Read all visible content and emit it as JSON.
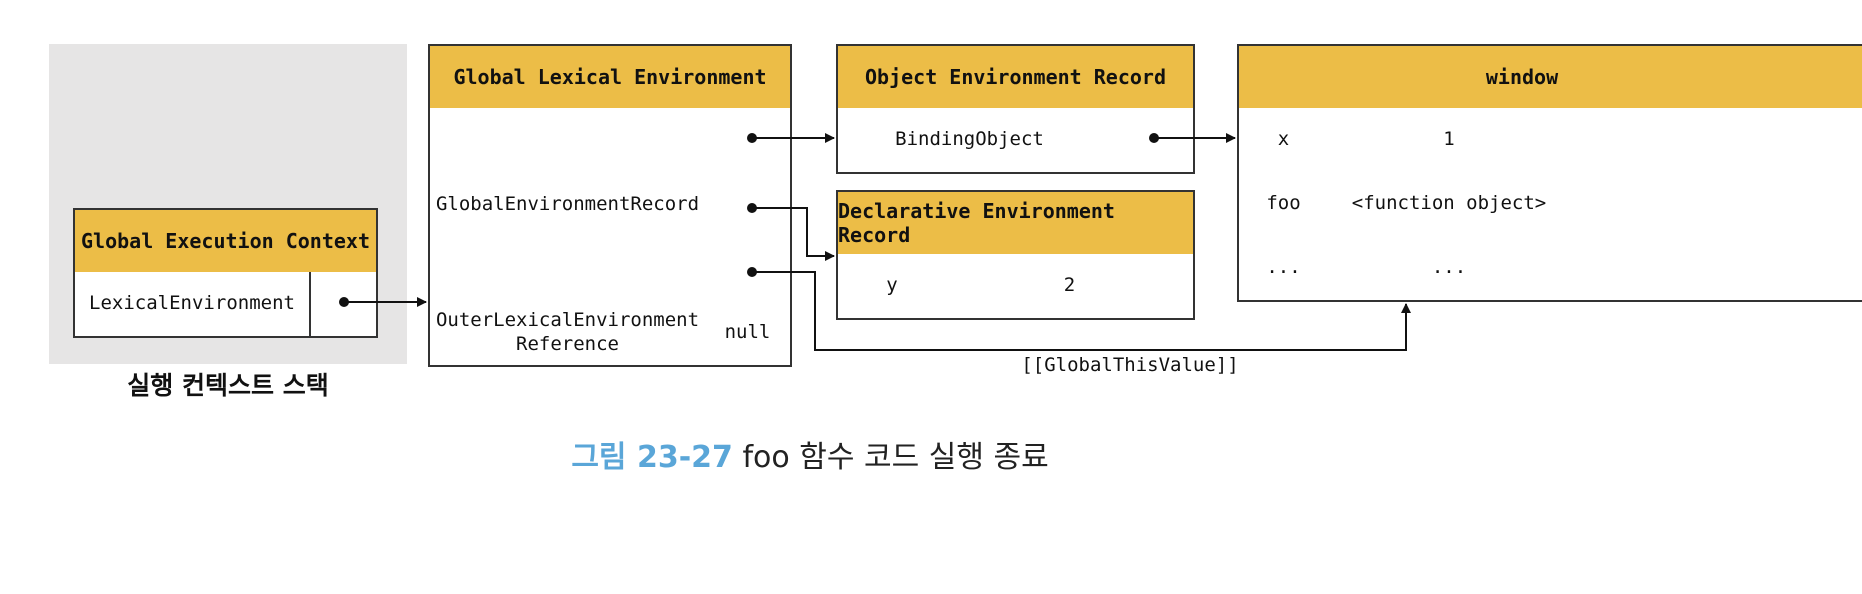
{
  "stack": {
    "label": "실행 컨텍스트 스택",
    "gec": {
      "title": "Global Execution Context",
      "lexical_environment": "LexicalEnvironment"
    }
  },
  "gle": {
    "title": "Global Lexical Environment",
    "record_label": "GlobalEnvironmentRecord",
    "outer_label": "OuterLexicalEnvironment Reference",
    "outer_value": "null"
  },
  "oer": {
    "title": "Object Environment Record",
    "binding_object": "BindingObject"
  },
  "der": {
    "title": "Declarative Environment Record",
    "rows": [
      {
        "key": "y",
        "value": "2"
      }
    ]
  },
  "window": {
    "title": "window",
    "rows": [
      {
        "key": "x",
        "value": "1"
      },
      {
        "key": "foo",
        "value": "<function object>"
      },
      {
        "key": "...",
        "value": "..."
      }
    ]
  },
  "global_this_label": "[[GlobalThisValue]]",
  "caption": {
    "number": "그림 23-27",
    "text": "foo 함수 코드 실행 종료"
  },
  "colors": {
    "header": "#ecbd47",
    "stack_bg": "#e6e5e5",
    "caption_number": "#5aa6d8",
    "line": "#111111"
  }
}
